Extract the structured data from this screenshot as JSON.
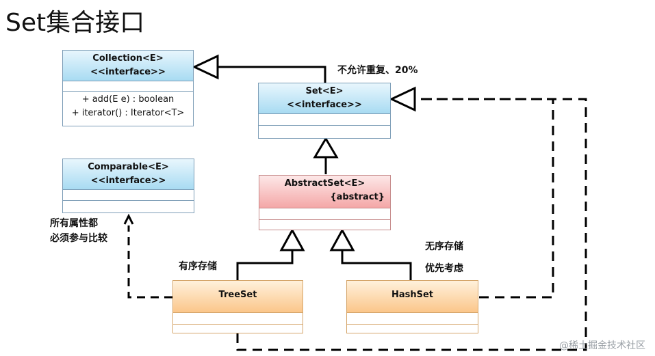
{
  "title": "Set集合接口",
  "nodes": {
    "collection": {
      "name": "Collection<E>",
      "stereotype": "<<interface>>",
      "ops": [
        "+ add(E e) : boolean",
        "+ iterator() : Iterator<T>"
      ]
    },
    "set": {
      "name": "Set<E>",
      "stereotype": "<<interface>>"
    },
    "comparable": {
      "name": "Comparable<E>",
      "stereotype": "<<interface>>"
    },
    "abstractset": {
      "name": "AbstractSet<E>",
      "stereotype": "{abstract}"
    },
    "treeset": {
      "name": "TreeSet"
    },
    "hashset": {
      "name": "HashSet"
    }
  },
  "notes": {
    "set_note": "不允许重复、20%",
    "comparable_note_line1": "所有属性都",
    "comparable_note_line2": "必须参与比较",
    "treeset_note": "有序存储",
    "hashset_note_line1": "无序存储",
    "hashset_note_line2": "优先考虑"
  },
  "watermark": "@稀土掘金技术社区"
}
